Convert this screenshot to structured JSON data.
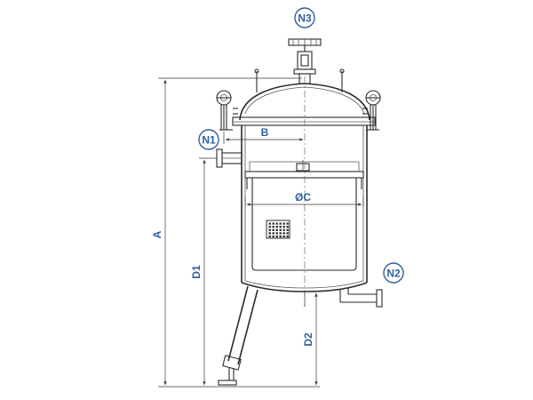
{
  "callouts": {
    "n1": "N1",
    "n2": "N2",
    "n3": "N3"
  },
  "dimensions": {
    "a": "A",
    "b": "B",
    "c": "ØC",
    "d1": "D1",
    "d2": "D2"
  },
  "colors": {
    "callout": "#2f5f9e",
    "line": "#2b2b2b"
  }
}
